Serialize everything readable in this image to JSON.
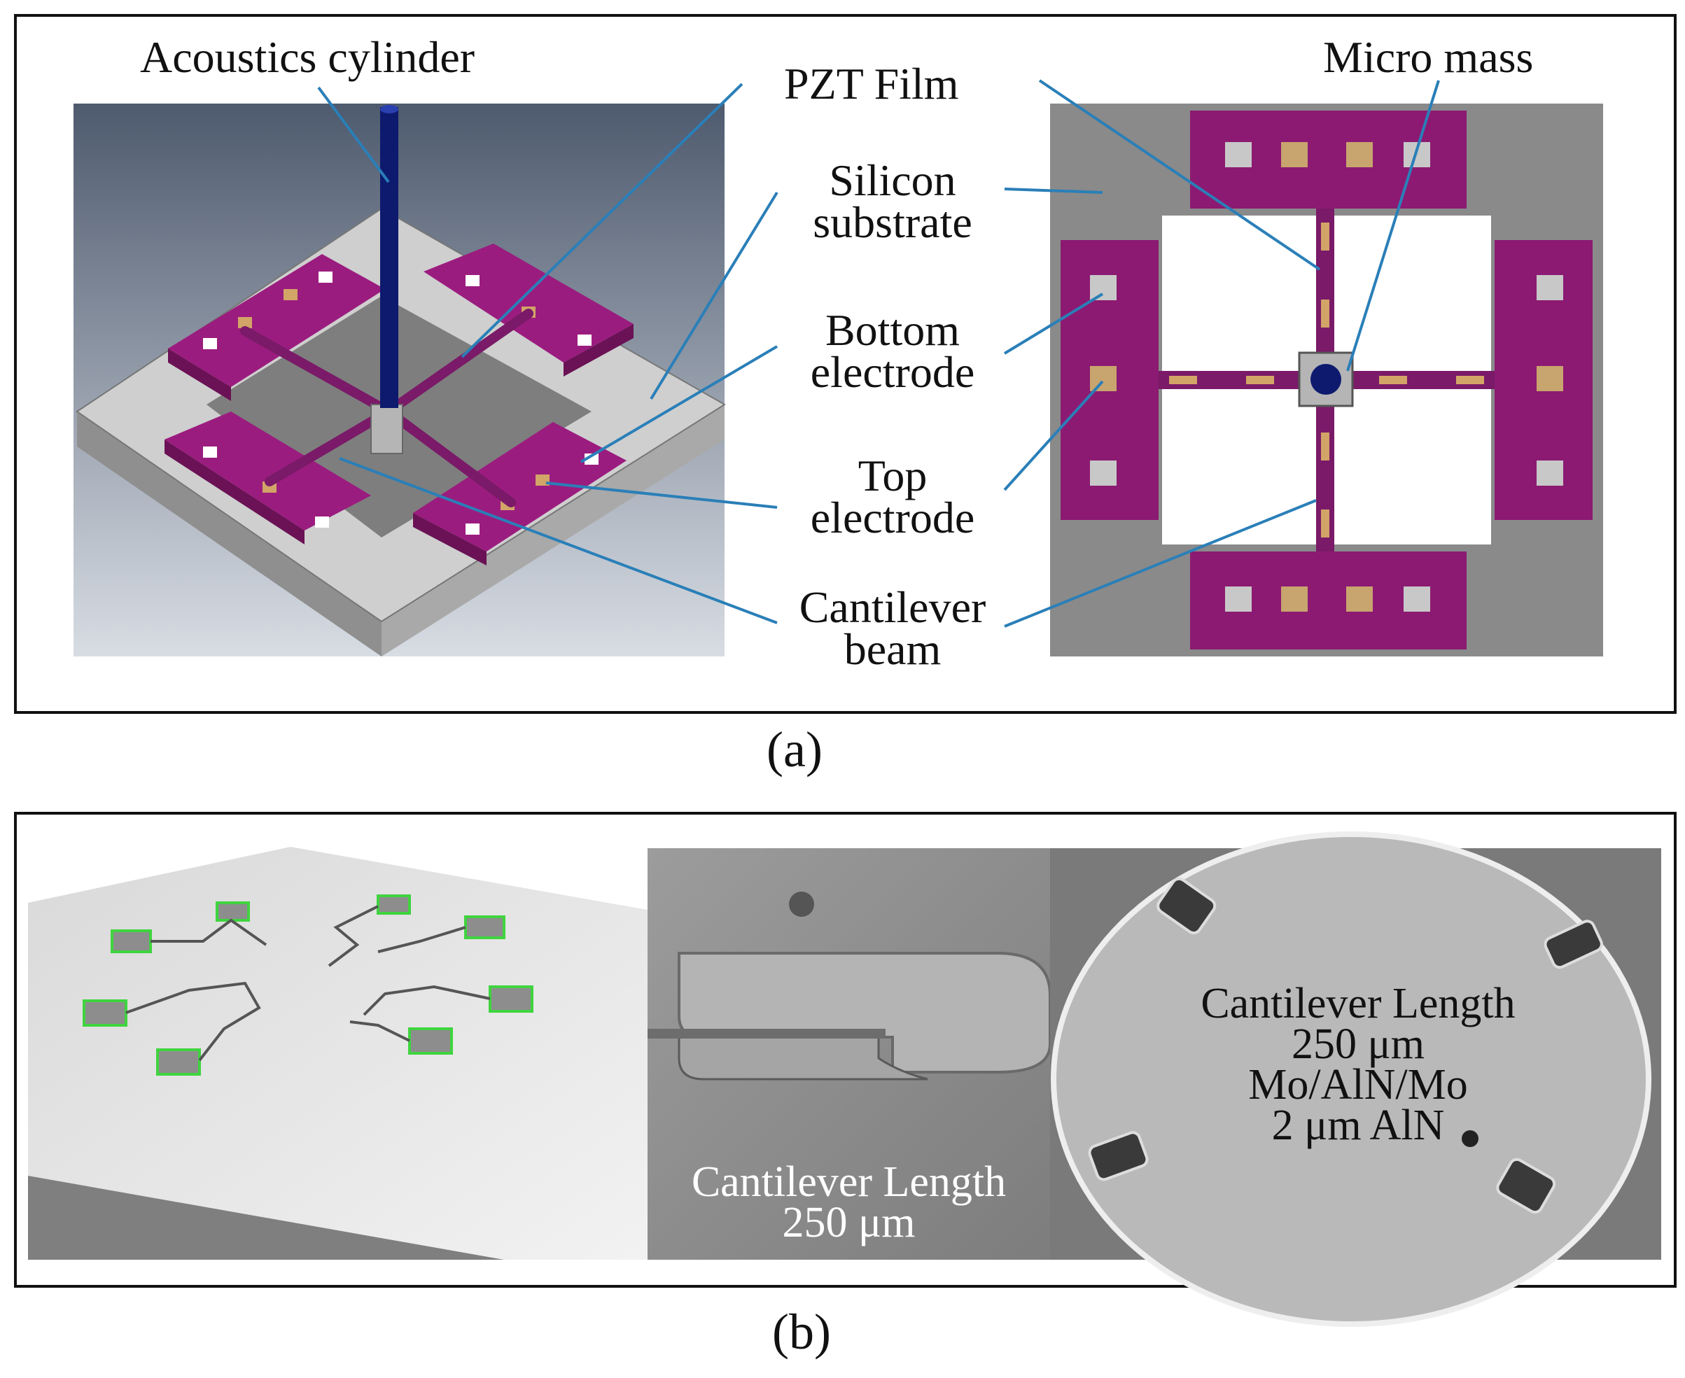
{
  "panel_a": {
    "caption": "(a)",
    "labels": {
      "acoustics_cylinder": "Acoustics cylinder",
      "pzt_film": "PZT Film",
      "micro_mass": "Micro mass",
      "silicon_substrate_1": "Silicon",
      "silicon_substrate_2": "substrate",
      "bottom_electrode_1": "Bottom",
      "bottom_electrode_2": "electrode",
      "top_electrode_1": "Top",
      "top_electrode_2": "electrode",
      "cantilever_beam_1": "Cantilever",
      "cantilever_beam_2": "beam"
    }
  },
  "panel_b": {
    "caption": "(b)",
    "middle_text_1": "Cantilever Length",
    "middle_text_2": "250 μm",
    "right_text_1": "Cantilever Length",
    "right_text_2": "250 μm",
    "right_text_3": "Mo/AlN/Mo",
    "right_text_4": "2 μm AlN"
  },
  "colors": {
    "electrode_magenta": "#8c1a72",
    "pad_gold": "#c8a46e",
    "pad_grey": "#c8c8c8",
    "cylinder_blue": "#0d1a6e",
    "leader_blue": "#2a7fb8",
    "substrate_grey": "#8a8a8a"
  }
}
